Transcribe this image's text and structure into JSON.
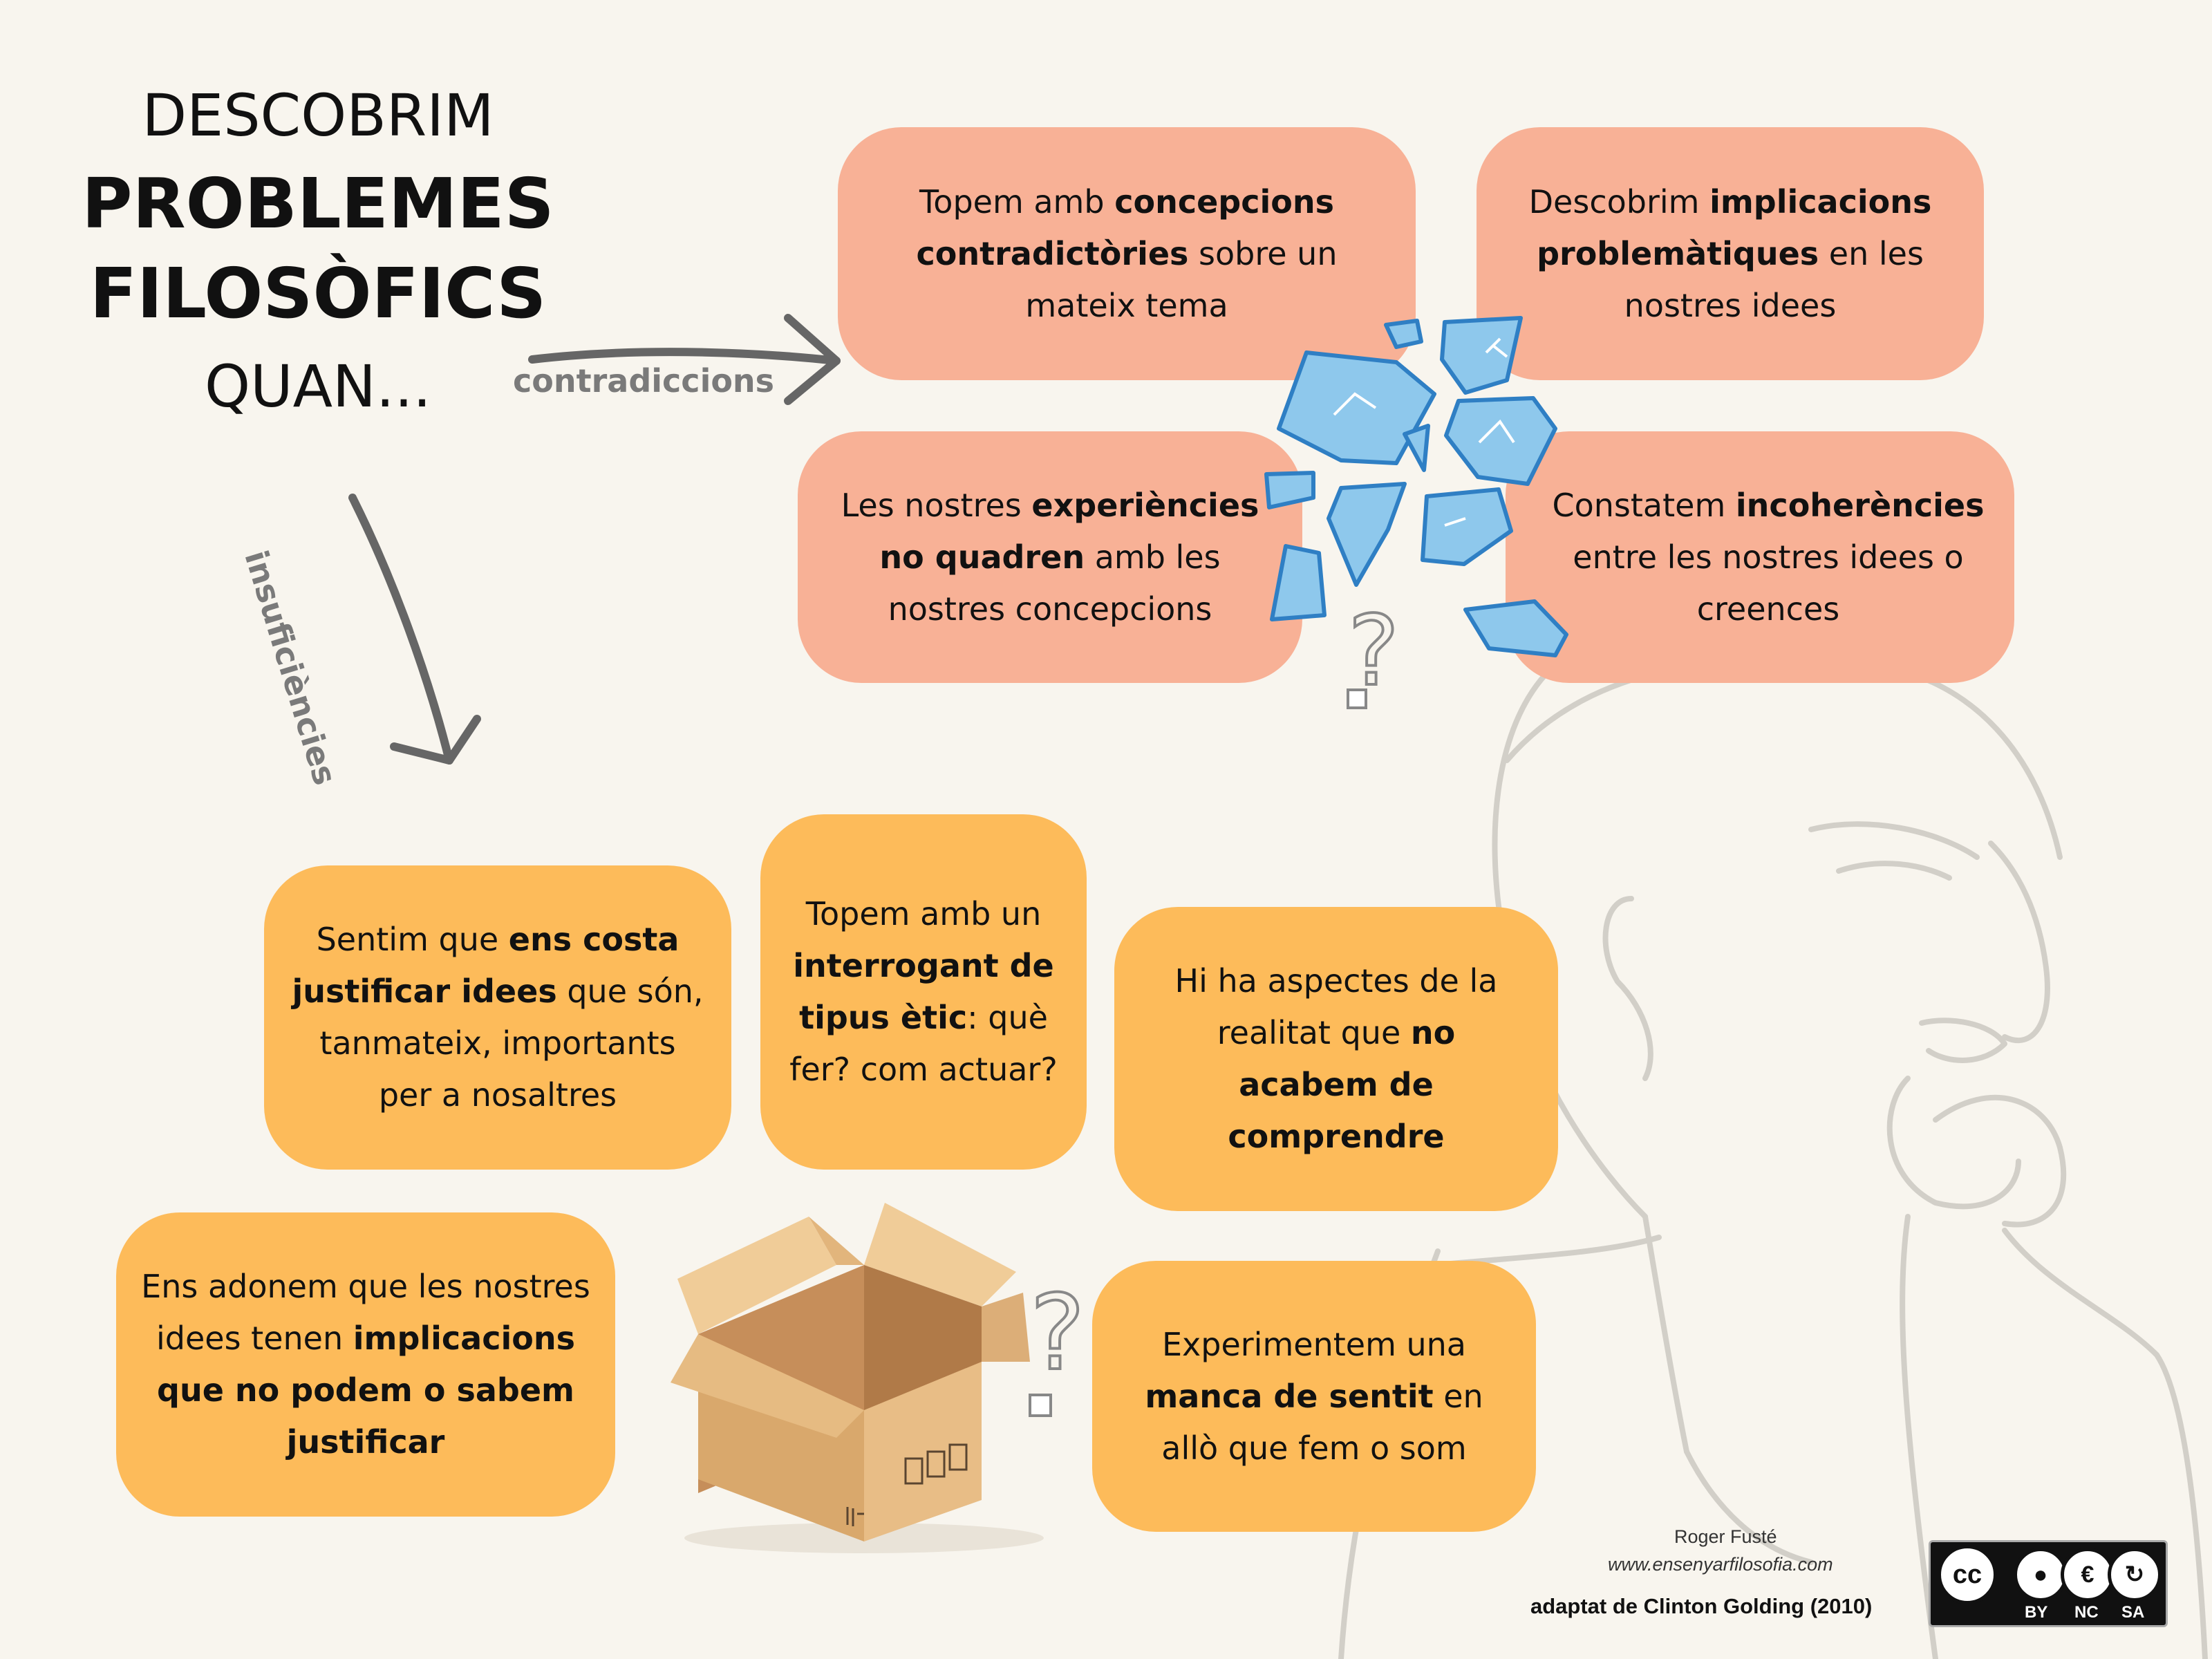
{
  "title": {
    "line1": "DESCOBRIM",
    "line2": "PROBLEMES",
    "line3": "FILOSÒFICS",
    "line4": "QUAN..."
  },
  "labels": {
    "contradictions": "contradiccions",
    "insufficiencies": "insuficiències"
  },
  "contradiction_boxes": [
    {
      "parts": [
        {
          "t": "Topem amb "
        },
        {
          "t": "concepcions contradictòries",
          "b": true
        },
        {
          "t": " sobre un mateix tema"
        }
      ]
    },
    {
      "parts": [
        {
          "t": "Descobrim "
        },
        {
          "t": "implicacions problemàtiques",
          "b": true
        },
        {
          "t": " en les nostres idees"
        }
      ]
    },
    {
      "parts": [
        {
          "t": "Les nostres "
        },
        {
          "t": "experiències no quadren",
          "b": true
        },
        {
          "t": " amb les nostres concepcions"
        }
      ]
    },
    {
      "parts": [
        {
          "t": "Constatem "
        },
        {
          "t": "incoherències",
          "b": true
        },
        {
          "t": " entre les nostres idees o creences"
        }
      ]
    }
  ],
  "insufficiency_boxes": [
    {
      "parts": [
        {
          "t": "Sentim que "
        },
        {
          "t": "ens costa justificar idees",
          "b": true
        },
        {
          "t": " que són, tanmateix, importants per a nosaltres"
        }
      ]
    },
    {
      "parts": [
        {
          "t": "Topem amb un "
        },
        {
          "t": "interrogant de tipus ètic",
          "b": true
        },
        {
          "t": ": què fer? com actuar?"
        }
      ]
    },
    {
      "parts": [
        {
          "t": "Hi ha aspectes de la realitat que "
        },
        {
          "t": "no acabem de comprendre",
          "b": true
        }
      ]
    },
    {
      "parts": [
        {
          "t": "Ens adonem que les nostres idees tenen "
        },
        {
          "t": "implicacions que no podem o sabem justificar",
          "b": true
        }
      ]
    },
    {
      "parts": [
        {
          "t": "Experimentem una "
        },
        {
          "t": "manca de sentit",
          "b": true
        },
        {
          "t": " en allò que fem o som"
        }
      ]
    }
  ],
  "credits": {
    "author": "Roger Fusté",
    "website": "www.ensenyarfilosofia.com",
    "source": "adaptat de Clinton Golding (2010)"
  },
  "license": {
    "cc": "cc",
    "by": "BY",
    "nc": "NC",
    "sa": "SA"
  },
  "colors": {
    "salmon": "#f8b196",
    "orange": "#fdbb5a",
    "background": "#f8f5ee",
    "shard_blue": "#8ec8ec",
    "shard_edge": "#2f7fc4"
  }
}
